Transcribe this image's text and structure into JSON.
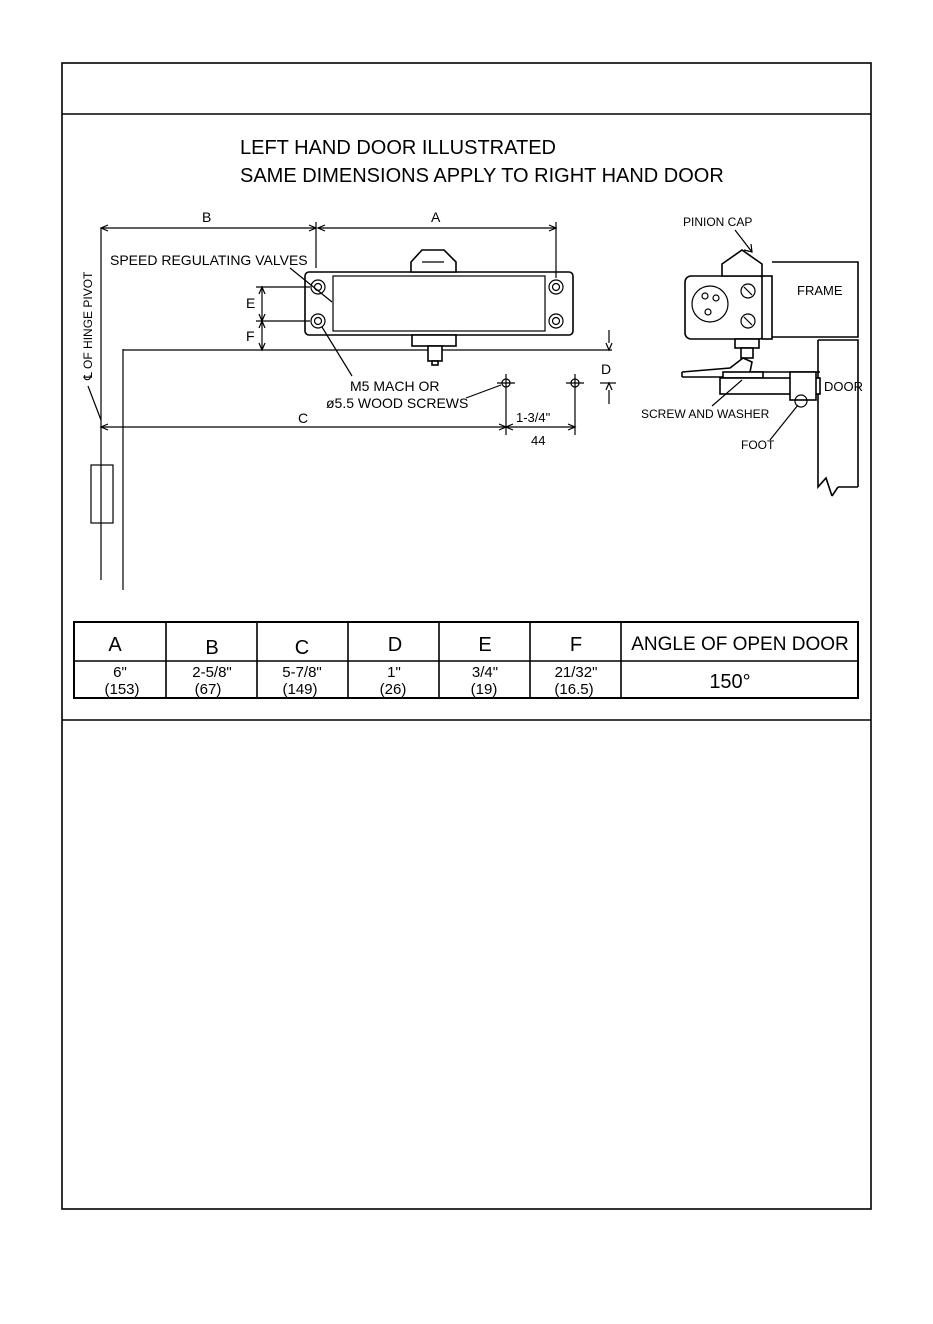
{
  "header": {
    "line1": "LEFT HAND DOOR ILLUSTRATED",
    "line2": "SAME DIMENSIONS APPLY TO RIGHT HAND DOOR"
  },
  "dims": {
    "a": "A",
    "b": "B",
    "c": "C",
    "d": "D",
    "e": "E",
    "f": "F",
    "offset_imperial": "1-3/4\"",
    "offset_metric": "44"
  },
  "labels": {
    "speed_valves": "SPEED REGULATING VALVES",
    "screws_line1": "M5 MACH OR",
    "screws_line2": "ø5.5 WOOD SCREWS",
    "hinge_pivot": "℄ OF HINGE PIVOT",
    "pinion_cap": "PINION CAP",
    "frame": "FRAME",
    "door": "DOOR",
    "screw_washer": "SCREW AND WASHER",
    "foot": "FOOT"
  },
  "table": {
    "headers": [
      "A",
      "B",
      "C",
      "D",
      "E",
      "F",
      "ANGLE OF OPEN DOOR"
    ],
    "imperial": [
      "6\"",
      "2-5/8\"",
      "5-7/8\"",
      "1\"",
      "3/4\"",
      "21/32\""
    ],
    "metric": [
      "(153)",
      "(67)",
      "(149)",
      "(26)",
      "(19)",
      "(16.5)"
    ],
    "angle": "150°"
  }
}
